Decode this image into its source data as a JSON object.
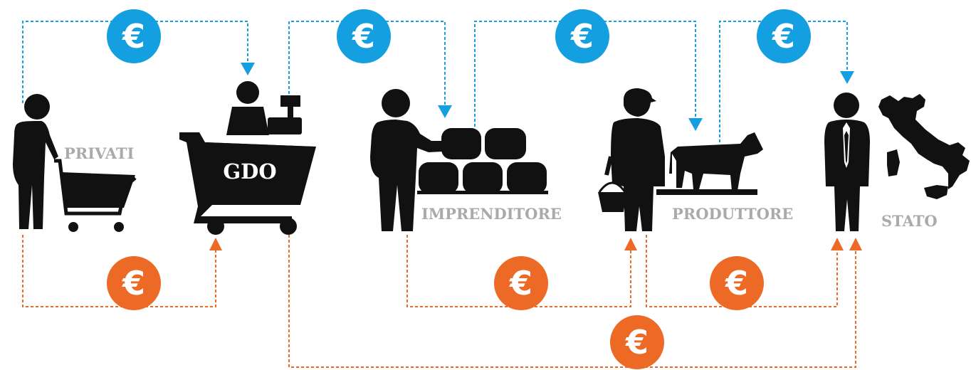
{
  "actors": {
    "privati": "PRIVATI",
    "gdo": "GDO",
    "imprenditore": "IMPRENDITORE",
    "produttore": "PRODUTTORE",
    "stato": "STATO"
  },
  "currency_symbol": "€",
  "colors": {
    "blue_flow": "#139fe0",
    "orange_flow": "#ec6a25",
    "figure": "#111111",
    "label": "#aaaaaa",
    "on_cart_text": "#ffffff"
  },
  "icons": {
    "privati": "shopper-with-cart-icon",
    "gdo": "cashier-with-cart-icon",
    "imprenditore": "man-with-cheese-wheels-icon",
    "produttore": "farmer-with-cow-icon",
    "stato": "official-with-italy-map-icon"
  },
  "flows": {
    "blue": [
      {
        "from": "privati",
        "to": "gdo"
      },
      {
        "from": "gdo",
        "to": "imprenditore"
      },
      {
        "from": "imprenditore",
        "to": "produttore"
      },
      {
        "from": "produttore",
        "to": "stato"
      }
    ],
    "orange": [
      {
        "from": "privati",
        "to": "gdo"
      },
      {
        "from": "imprenditore",
        "to": "produttore"
      },
      {
        "from": "produttore",
        "to": "stato"
      },
      {
        "from": "gdo",
        "to": "stato"
      }
    ]
  }
}
